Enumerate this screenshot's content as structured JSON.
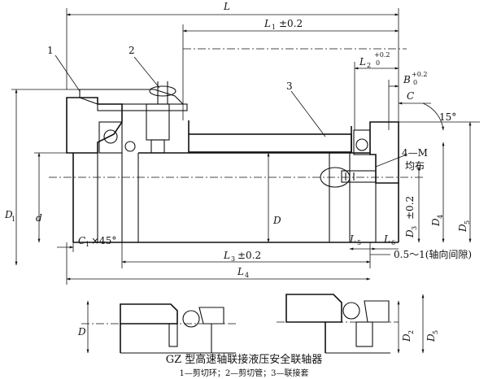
{
  "dimensions": {
    "L": "L",
    "L1": "L",
    "L1_sub": "1",
    "L1_tol": "±0.2",
    "L2": "L",
    "L2_sub": "2",
    "L2_tol_upper": "+0.2",
    "L2_tol_lower": "0",
    "B": "B",
    "B_tol_upper": "+0.2",
    "B_tol_lower": "0",
    "C": "C",
    "angle": "15°",
    "bolts": "4—M",
    "bolts_note": "均布",
    "D1": "D",
    "D1_sub": "1",
    "d": "d",
    "D": "D",
    "D3": "D",
    "D3_sub": "3",
    "D3_tol": "±0.2",
    "D4": "D",
    "D4_sub": "4",
    "D5": "D",
    "D5_sub": "5",
    "C1": "C",
    "C1_sub": "1",
    "C1_rest": "×45°",
    "L5": "L",
    "L5_sub": "5",
    "L6": "L",
    "L6_sub": "6",
    "axial_gap": "0.5～1(轴向间隙)",
    "L3": "L",
    "L3_sub": "3",
    "L3_tol": "±0.2",
    "L4": "L",
    "L4_sub": "4",
    "D_bottom": "D",
    "D2": "D",
    "D2_sub": "2",
    "D5b": "D",
    "D5b_sub": "5"
  },
  "callouts": [
    "1",
    "2",
    "3"
  ],
  "caption": {
    "title": "GZ 型高速轴联接液压安全联轴器",
    "legend": "1—剪切环；2—剪切管；3—联接套"
  }
}
